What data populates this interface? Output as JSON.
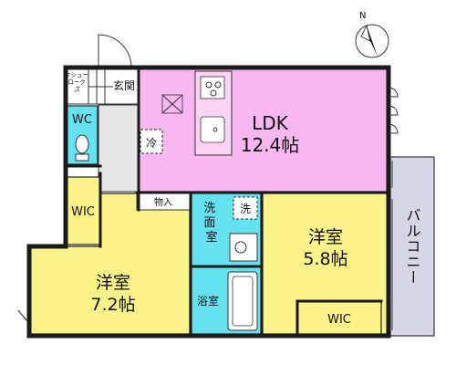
{
  "compass": {
    "label": "N"
  },
  "rooms": {
    "closet": {
      "label": "クシュー\nローク\nズ"
    },
    "entrance": {
      "label": "玄関"
    },
    "wc": {
      "label": "WC"
    },
    "ldk": {
      "name": "LDK",
      "size": "12.4帖"
    },
    "fridge": {
      "label": "冷"
    },
    "storage": {
      "label": "物入"
    },
    "washroom": {
      "label": "洗\n面\n室"
    },
    "washer": {
      "label": "洗"
    },
    "wic_left": {
      "label": "WIC"
    },
    "western_left": {
      "name": "洋室",
      "size": "7.2帖"
    },
    "bath": {
      "label": "浴室"
    },
    "western_right": {
      "name": "洋室",
      "size": "5.8帖"
    },
    "wic_right": {
      "label": "WIC"
    },
    "balcony": {
      "label": "バルコニー"
    }
  },
  "colors": {
    "ldk": "#f7b7f0",
    "western": "#fbf28a",
    "water": "#66e1ef",
    "hall": "#e6e6e6",
    "balcony": "#d6d6e6"
  }
}
